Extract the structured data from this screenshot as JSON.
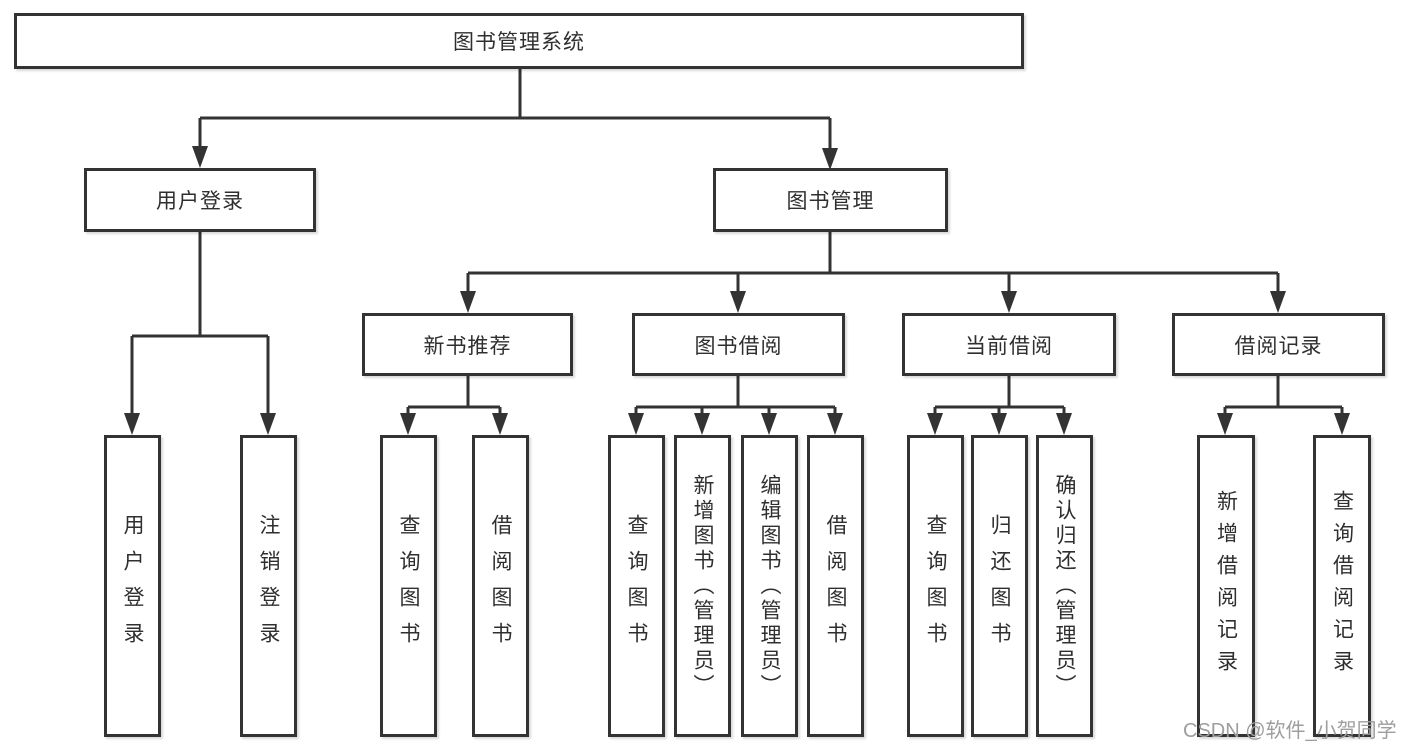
{
  "colors": {
    "line": "#333333",
    "box_border": "#333333",
    "box_fill": "#ffffff",
    "text": "#2f2f2f",
    "watermark": "#9e9e9e"
  },
  "watermark": "CSDN @软件_小贺同学",
  "tree": {
    "label": "图书管理系统",
    "children": [
      {
        "label": "用户登录",
        "children": [
          {
            "label": "用户登录"
          },
          {
            "label": "注销登录"
          }
        ]
      },
      {
        "label": "图书管理",
        "children": [
          {
            "label": "新书推荐",
            "children": [
              {
                "label": "查询图书"
              },
              {
                "label": "借阅图书"
              }
            ]
          },
          {
            "label": "图书借阅",
            "children": [
              {
                "label": "查询图书"
              },
              {
                "label": "新增图书（管理员）"
              },
              {
                "label": "编辑图书（管理员）"
              },
              {
                "label": "借阅图书"
              }
            ]
          },
          {
            "label": "当前借阅",
            "children": [
              {
                "label": "查询图书"
              },
              {
                "label": "归还图书"
              },
              {
                "label": "确认归还（管理员）"
              }
            ]
          },
          {
            "label": "借阅记录",
            "children": [
              {
                "label": "新增借阅记录"
              },
              {
                "label": "查询借阅记录"
              }
            ]
          }
        ]
      }
    ]
  }
}
